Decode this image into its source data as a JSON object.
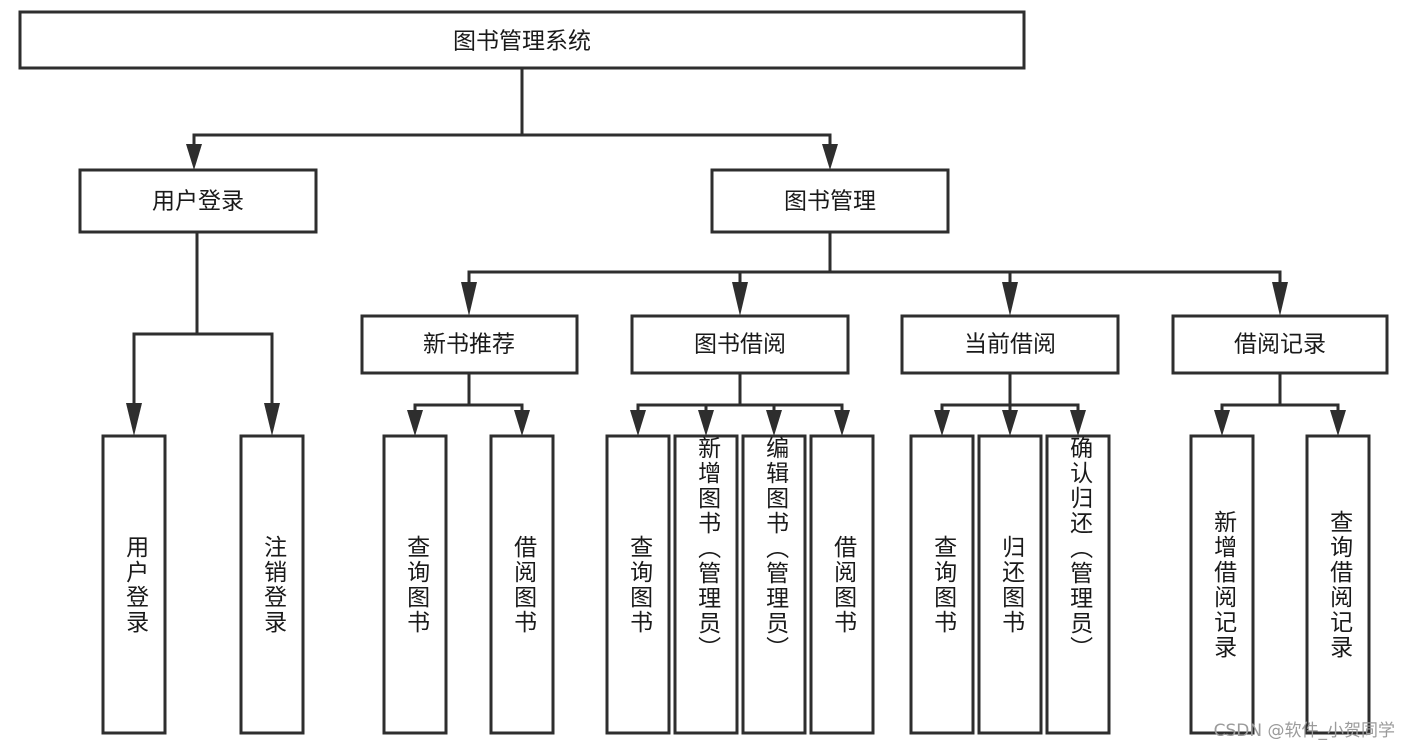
{
  "diagram": {
    "type": "tree-hierarchy",
    "title": "图书管理系统",
    "root": {
      "id": "root",
      "label": "图书管理系统"
    },
    "level2": [
      {
        "id": "user-login",
        "label": "用户登录"
      },
      {
        "id": "book-manage",
        "label": "图书管理"
      }
    ],
    "level3": [
      {
        "id": "new-book-recommend",
        "label": "新书推荐",
        "parent": "book-manage"
      },
      {
        "id": "book-borrow",
        "label": "图书借阅",
        "parent": "book-manage"
      },
      {
        "id": "current-borrow",
        "label": "当前借阅",
        "parent": "book-manage"
      },
      {
        "id": "borrow-record",
        "label": "借阅记录",
        "parent": "book-manage"
      }
    ],
    "leaves": {
      "user-login": [
        {
          "id": "leaf-user-login",
          "label": "用户登录"
        },
        {
          "id": "leaf-logout-login",
          "label": "注销登录"
        }
      ],
      "new-book-recommend": [
        {
          "id": "leaf-query-book-1",
          "label": "查询图书"
        },
        {
          "id": "leaf-borrow-book-1",
          "label": "借阅图书"
        }
      ],
      "book-borrow": [
        {
          "id": "leaf-query-book-2",
          "label": "查询图书"
        },
        {
          "id": "leaf-add-book",
          "label": "新增图书（管理员）"
        },
        {
          "id": "leaf-edit-book",
          "label": "编辑图书（管理员）"
        },
        {
          "id": "leaf-borrow-book-2",
          "label": "借阅图书"
        }
      ],
      "current-borrow": [
        {
          "id": "leaf-query-book-3",
          "label": "查询图书"
        },
        {
          "id": "leaf-return-book",
          "label": "归还图书"
        },
        {
          "id": "leaf-confirm-return",
          "label": "确认归还（管理员）"
        }
      ],
      "borrow-record": [
        {
          "id": "leaf-add-record",
          "label": "新增借阅记录"
        },
        {
          "id": "leaf-query-record",
          "label": "查询借阅记录"
        }
      ]
    },
    "colors": {
      "stroke": "#2e2e2e",
      "fill": "#ffffff",
      "text": "#1a1a1a",
      "watermark": "#9b9b9b"
    }
  },
  "watermark": {
    "text": "CSDN @软件_小贺同学"
  }
}
